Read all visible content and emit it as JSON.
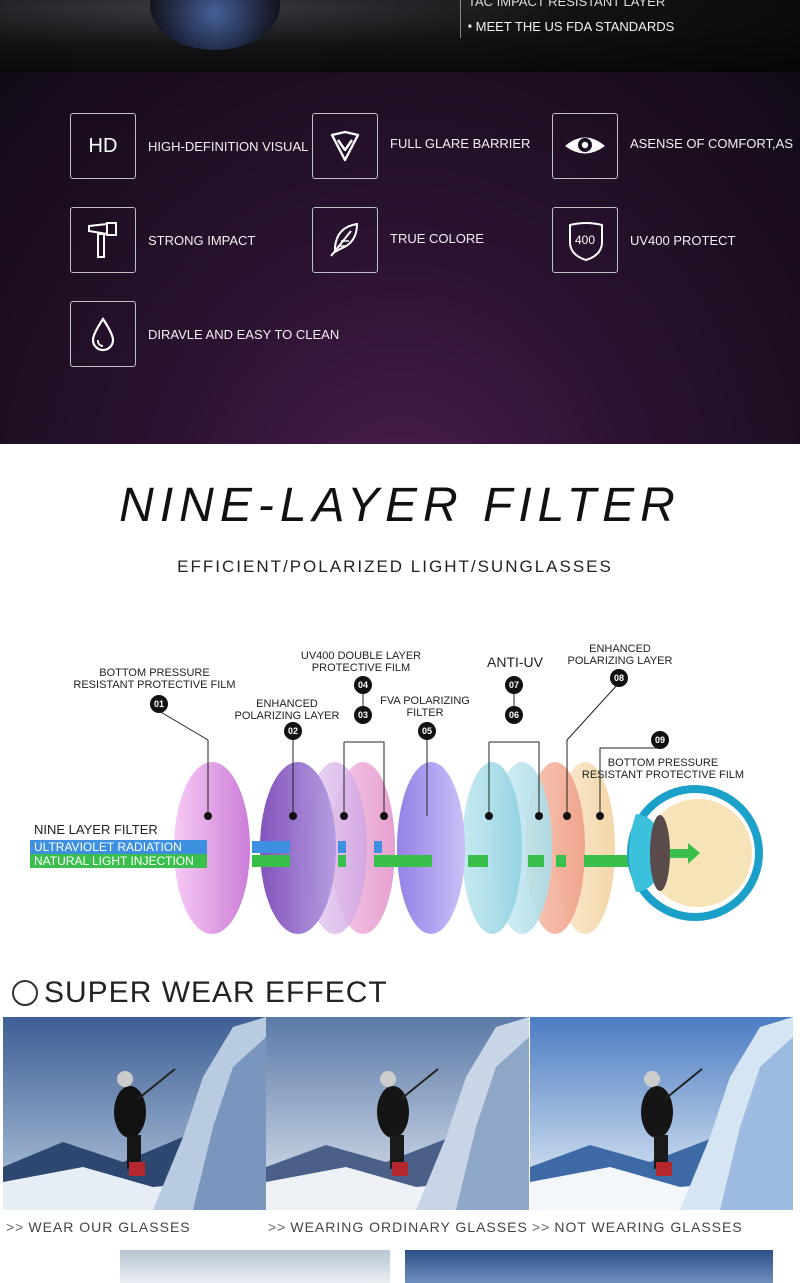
{
  "top": {
    "cut_text": "TAC IMPACT RESISTANT LAYER",
    "fda": "MEET THE US FDA STANDARDS"
  },
  "features": [
    {
      "icon": "hd-icon",
      "icon_text": "HD",
      "label": "HIGH-DEFINITION VISUAL"
    },
    {
      "icon": "shield-icon",
      "label": "FULL GLARE BARRIER"
    },
    {
      "icon": "eye-icon",
      "label": "ASENSE OF COMFORT,AS"
    },
    {
      "icon": "hammer-icon",
      "label": "STRONG IMPACT"
    },
    {
      "icon": "feather-icon",
      "label": "TRUE COLORE"
    },
    {
      "icon": "uv400-shield-icon",
      "icon_text": "400",
      "label": "UV400 PROTECT"
    },
    {
      "icon": "water-drop-icon",
      "label": "DIRAVLE AND EASY TO CLEAN"
    }
  ],
  "heading": {
    "title": "NINE-LAYER FILTER",
    "subtitle": "EFFICIENT/POLARIZED LIGHT/SUNGLASSES"
  },
  "diagram": {
    "layers": [
      {
        "num": "01",
        "label": "BOTTOM PRESSURE\nRESISTANT PROTECTIVE FILM"
      },
      {
        "num": "02",
        "label": "ENHANCED\nPOLARIZING LAYER"
      },
      {
        "num": "03",
        "label": ""
      },
      {
        "num": "04",
        "label": "UV400 DOUBLE LAYER\nPROTECTIVE FILM"
      },
      {
        "num": "05",
        "label": "FVA POLARIZING\nFILTER"
      },
      {
        "num": "06",
        "label": ""
      },
      {
        "num": "07",
        "label": "ANTI-UV"
      },
      {
        "num": "08",
        "label": "ENHANCED\nPOLARIZING LAYER"
      },
      {
        "num": "09",
        "label": "BOTTOM PRESSURE\nRESISTANT PROTECTIVE FILM"
      }
    ],
    "filter_title": "NINE LAYER FILTER",
    "uv_label": "ULTRAVIOLET RADIATION",
    "light_label": "NATURAL LIGHT INJECTION",
    "colors": {
      "uv": "#3d8fe0",
      "light": "#3bbf4c"
    }
  },
  "wear": {
    "title": "SUPER WEAR EFFECT",
    "captions": [
      "WEAR OUR GLASSES",
      "WEARING ORDINARY GLASSES",
      "NOT WEARING GLASSES"
    ]
  }
}
